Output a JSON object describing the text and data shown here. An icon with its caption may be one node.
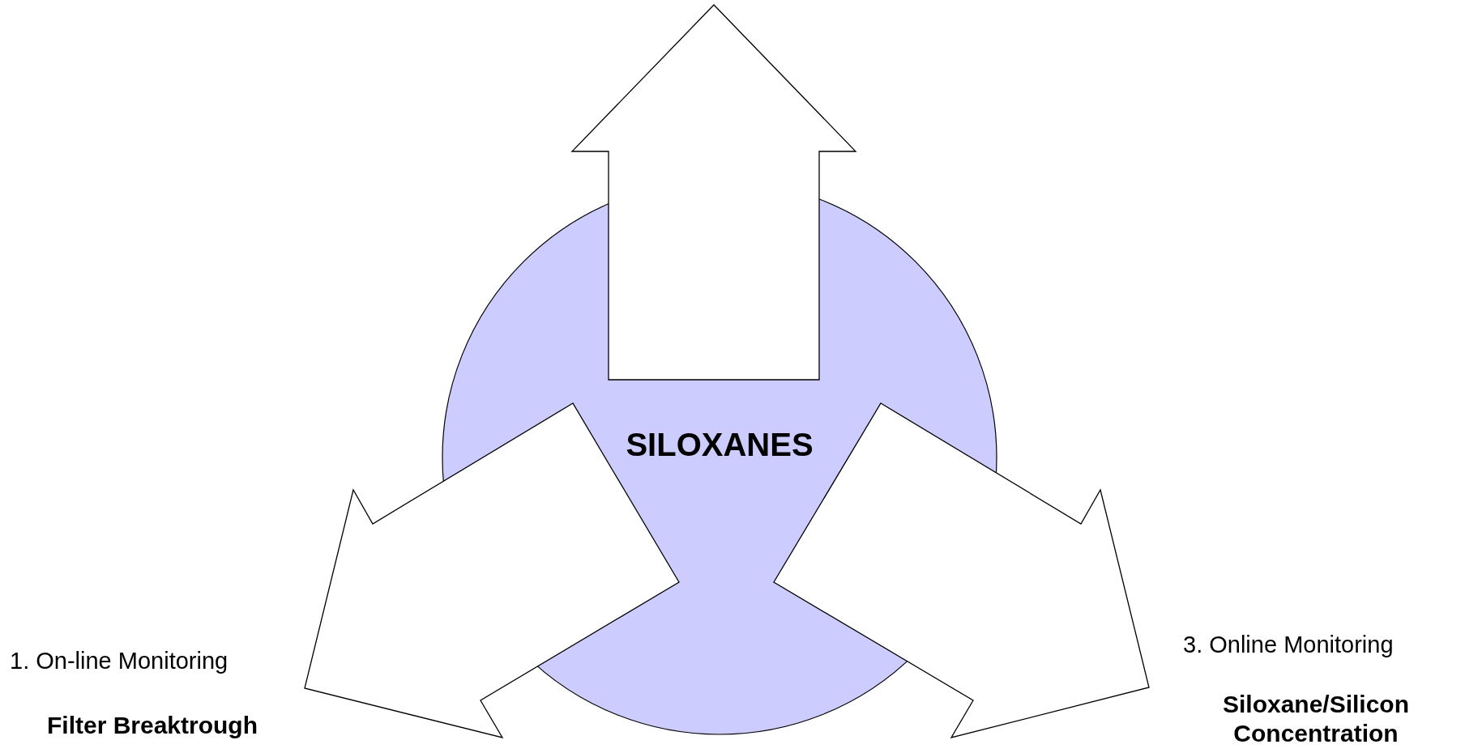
{
  "diagram": {
    "nodes": [
      {
        "text": [
          "SILOXANES"
        ]
      },
      {
        "text": [
          "1. On-line Monitoring",
          "Filter Breaktrough"
        ]
      },
      {
        "text": [
          "3. Online Monitoring",
          "Siloxane/Silicon Concentration"
        ]
      }
    ],
    "edges": [
      {
        "from": 0,
        "to": null,
        "arrow": "to"
      },
      {
        "from": 0,
        "to": 1,
        "arrow": "to"
      },
      {
        "from": 0,
        "to": 2,
        "arrow": "to"
      }
    ]
  }
}
